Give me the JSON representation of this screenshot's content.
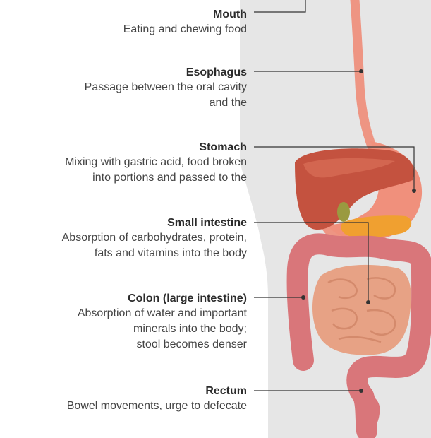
{
  "organs": [
    {
      "id": "mouth",
      "title": "Mouth",
      "lines": [
        "Eating and chewing food"
      ]
    },
    {
      "id": "esophagus",
      "title": "Esophagus",
      "lines": [
        "Passage between the oral cavity",
        "and the"
      ]
    },
    {
      "id": "stomach",
      "title": "Stomach",
      "lines": [
        "Mixing with gastric acid, food broken",
        "into portions and passed to the"
      ]
    },
    {
      "id": "small-intestine",
      "title": "Small intestine",
      "lines": [
        "Absorption of carbohydrates, protein,",
        "fats and vitamins into the body"
      ]
    },
    {
      "id": "colon",
      "title": "Colon (large intestine)",
      "lines": [
        "Absorption of water and important",
        "minerals into the body;",
        "stool becomes denser"
      ]
    },
    {
      "id": "rectum",
      "title": "Rectum",
      "lines": [
        "Bowel movements, urge to defecate"
      ]
    }
  ],
  "colors": {
    "body": "#e6e6e6",
    "esophagus": "#ee9583",
    "liver": "#c4523f",
    "pancreas": "#f0a030",
    "gallbladder": "#9a9a40",
    "intestine": "#e7a285",
    "colon": "#d9767a",
    "leader": "#333333"
  }
}
